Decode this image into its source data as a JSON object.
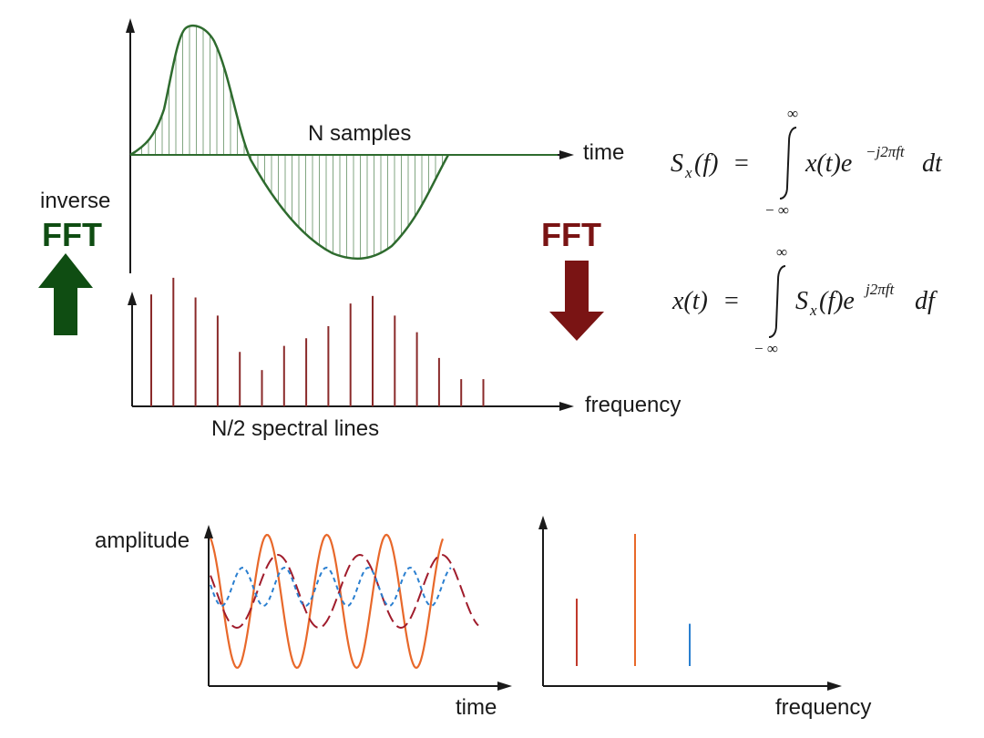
{
  "labels": {
    "n_samples": "N samples",
    "time_top": "time",
    "frequency_top": "frequency",
    "spectral_lines": "N/2 spectral lines",
    "inverse": "inverse",
    "inverse_fft": "FFT",
    "fft": "FFT",
    "amplitude": "amplitude",
    "time_bottom": "time",
    "frequency_bottom": "frequency"
  },
  "equations": {
    "forward": {
      "lhs_S": "S",
      "lhs_sub": "x",
      "lhs_arg": "(f)",
      "eq": "=",
      "upper": "∞",
      "lower": "− ∞",
      "body": "x(t)e",
      "exp": "−j2πft",
      "d": "dt"
    },
    "inverse": {
      "lhs": "x(t)",
      "eq": "=",
      "upper": "∞",
      "lower": "− ∞",
      "body_S": "S",
      "body_sub": "x",
      "body_arg": "(f)e",
      "exp": "j2πft",
      "d": "df"
    }
  },
  "colors": {
    "green": "#2e6b2e",
    "dark_green": "#0f4d12",
    "dark_red": "#7a1414",
    "spectral": "#8a2a2a",
    "orange": "#e8682a",
    "blue": "#2a7fd0",
    "axis": "#1a1a1a"
  },
  "spectral_lines": [
    0.74,
    0.85,
    0.72,
    0.6,
    0.36,
    0.24,
    0.4,
    0.45,
    0.53,
    0.68,
    0.73,
    0.6,
    0.49,
    0.32,
    0.18,
    0.18
  ],
  "spectrum_bottom": {
    "lines": [
      {
        "series": "dark_red",
        "value": 0.51
      },
      {
        "series": "orange",
        "value": 1.0
      },
      {
        "series": "blue",
        "value": 0.32
      }
    ]
  }
}
